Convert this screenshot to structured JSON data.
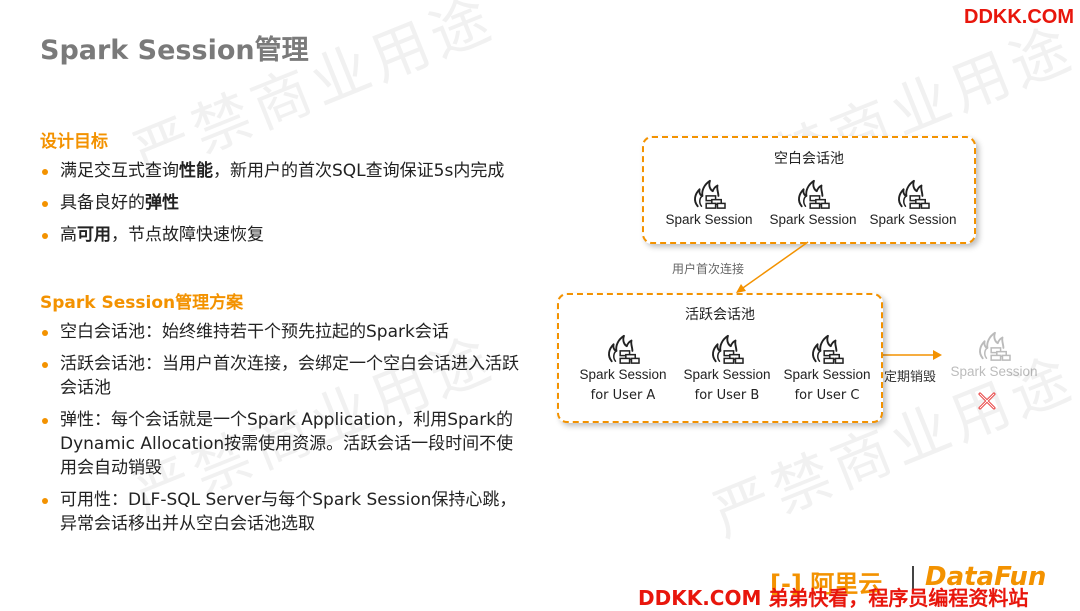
{
  "header": {
    "title": "Spark Session管理",
    "brand": "DDKK.COM"
  },
  "watermark": {
    "text": "严禁商业用途"
  },
  "goals": {
    "heading": "设计目标",
    "items": [
      {
        "pre": "满足交互式查询",
        "bold": "性能",
        "post": "，新用户的首次SQL查询保证5s内完成"
      },
      {
        "pre": "具备良好的",
        "bold": "弹性",
        "post": ""
      },
      {
        "pre": "高",
        "bold": "可用",
        "post": "，节点故障快速恢复"
      }
    ]
  },
  "plan": {
    "heading": "Spark Session管理方案",
    "items": [
      "空白会话池：始终维持若干个预先拉起的Spark会话",
      "活跃会话池：当用户首次连接，会绑定一个空白会话进入活跃会话池",
      "弹性：每个会话就是一个Spark Application，利用Spark的Dynamic Allocation按需使用资源。活跃会话一段时间不使用会自动销毁",
      "可用性：DLF-SQL Server与每个Spark Session保持心跳，异常会话移出并从空白会话池选取"
    ]
  },
  "diagram": {
    "idle_pool": {
      "title": "空白会话池",
      "sessions": [
        "Spark Session",
        "Spark Session",
        "Spark Session"
      ]
    },
    "connect_label": "用户首次连接",
    "active_pool": {
      "title": "活跃会话池",
      "sessions": [
        {
          "label": "Spark Session",
          "user": "for User A"
        },
        {
          "label": "Spark Session",
          "user": "for User B"
        },
        {
          "label": "Spark Session",
          "user": "for User C"
        }
      ]
    },
    "destroy_label": "定期销毁",
    "destroyed_session": "Spark Session",
    "icons": {
      "session": "spark-flame-icon",
      "destroyed": "x-mark-icon"
    },
    "accent_color": "#f39200"
  },
  "footer": {
    "brand_text": "DDKK.COM 弟弟快看，程序员编程资料站",
    "logo_aliyun": "[-] 阿里云",
    "logo_datafun": "DataFun"
  }
}
